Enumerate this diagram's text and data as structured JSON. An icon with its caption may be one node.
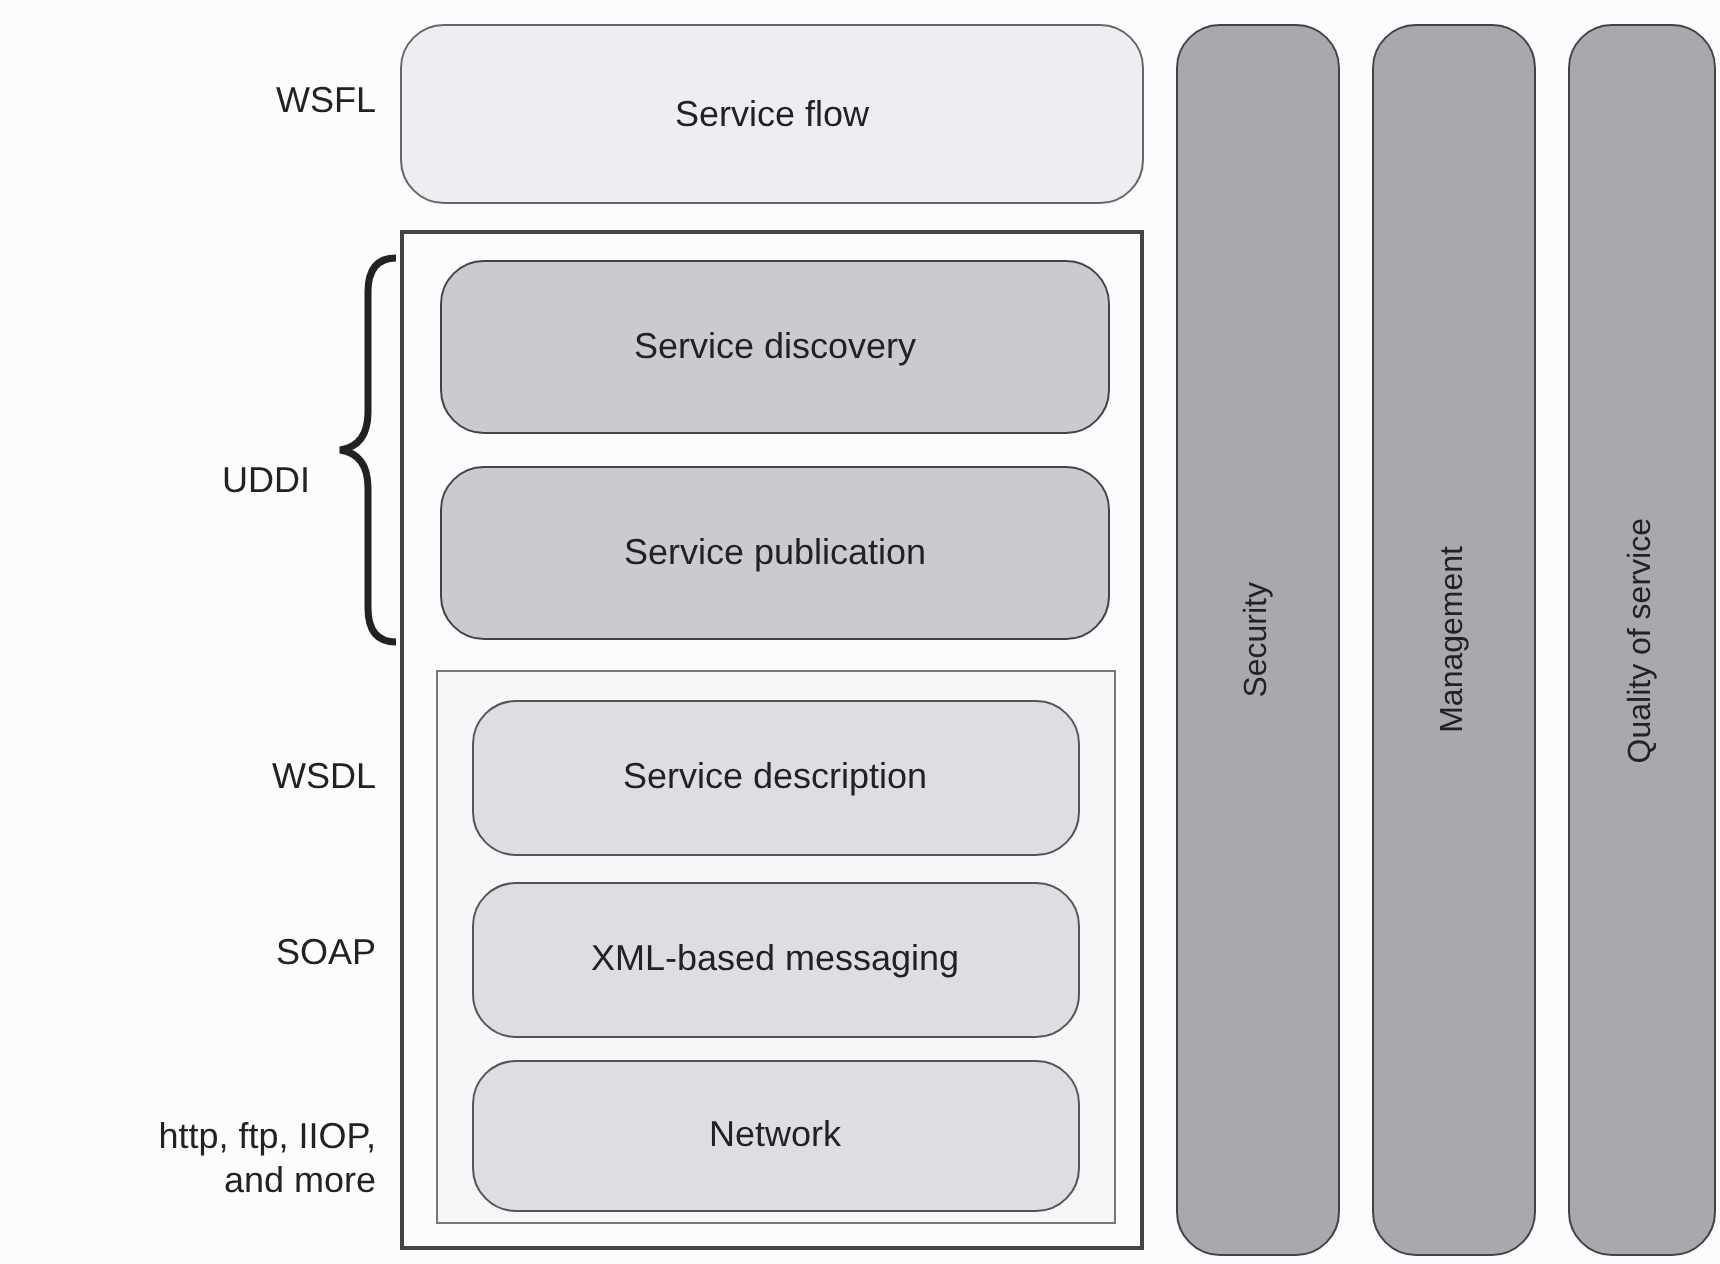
{
  "diagram": {
    "nodes": [
      {
        "text": [
          "Service flow"
        ]
      },
      {
        "text": [],
        "shape": "box"
      },
      {
        "text": [
          "Service discovery"
        ],
        "in": 1
      },
      {
        "text": [
          "Service publication"
        ],
        "in": 1
      },
      {
        "text": [],
        "shape": "box",
        "in": 1
      },
      {
        "text": [
          "Service description"
        ],
        "in": 4
      },
      {
        "text": [
          "XML-based messaging"
        ],
        "in": 4
      },
      {
        "text": [
          "Network"
        ],
        "in": 4
      },
      {
        "text": [
          "Security"
        ]
      },
      {
        "text": [
          "Management"
        ]
      },
      {
        "text": [
          "Quality of service"
        ]
      }
    ],
    "labels": [
      "WSFL",
      "UDDI",
      "WSDL",
      "SOAP",
      "http, ftp, IIOP, and more"
    ]
  }
}
